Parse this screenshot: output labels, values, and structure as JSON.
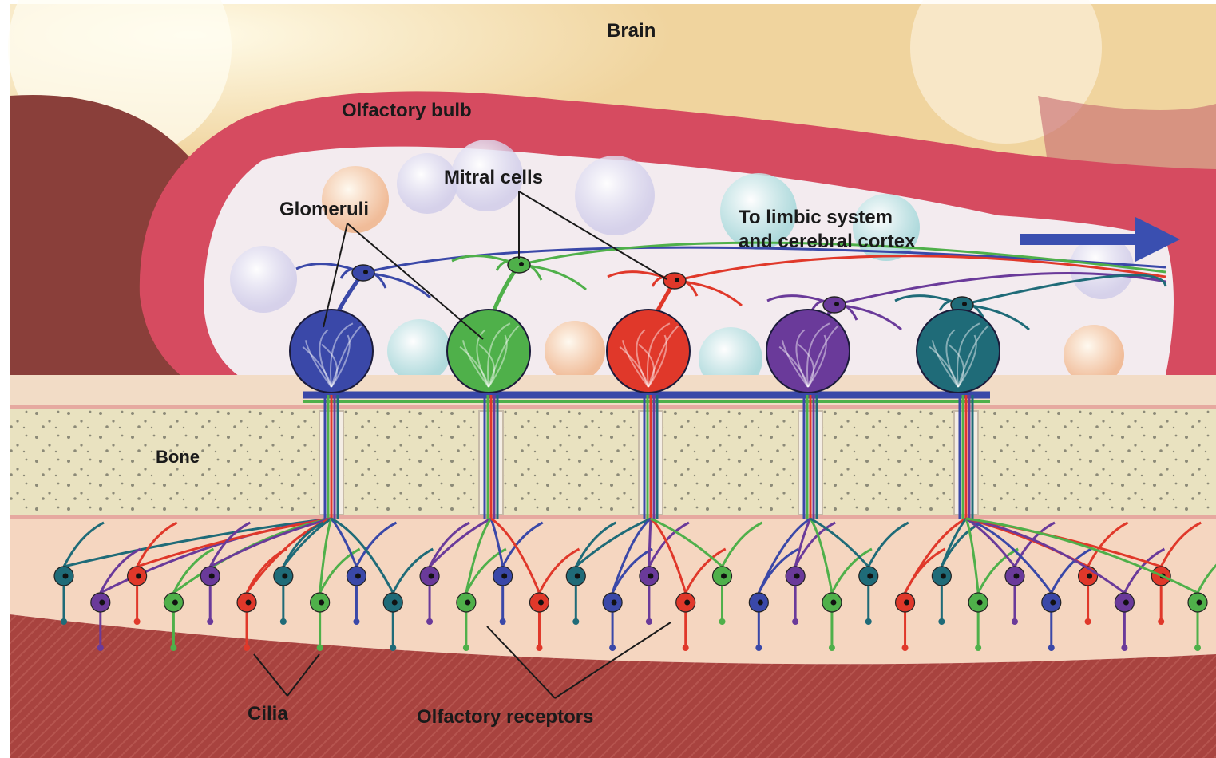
{
  "labels": {
    "brain": "Brain",
    "olfactory_bulb": "Olfactory bulb",
    "mitral_cells": "Mitral cells",
    "glomeruli": "Glomeruli",
    "limbic_line1": "To limbic system",
    "limbic_line2": "and cerebral cortex",
    "bone": "Bone",
    "cilia": "Cilia",
    "olfactory_receptors": "Olfactory receptors"
  },
  "colors": {
    "blue": "#3a48a8",
    "green": "#4fb04a",
    "red": "#e0382a",
    "purple": "#6a3a9a",
    "teal": "#1f6b78",
    "bulb_rim": "#d8465e",
    "brain": "#f3dcae",
    "bone": "#ece4c4",
    "tissue": "#b04a4a"
  },
  "glomeruli": [
    "blue",
    "green",
    "red",
    "purple",
    "teal"
  ],
  "receptors": [
    "teal",
    "purple",
    "red",
    "green",
    "purple",
    "red",
    "teal",
    "green",
    "blue",
    "teal",
    "purple",
    "green",
    "blue",
    "red",
    "teal",
    "blue",
    "purple",
    "red",
    "green",
    "blue",
    "purple",
    "green",
    "teal",
    "red",
    "teal",
    "green",
    "purple",
    "blue",
    "red",
    "purple",
    "red",
    "green"
  ]
}
